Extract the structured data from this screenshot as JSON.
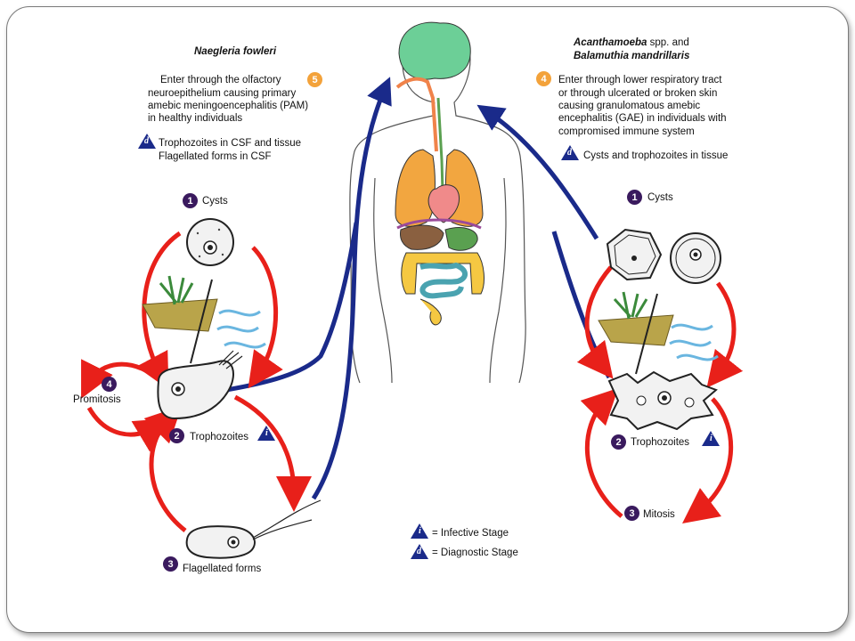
{
  "left_organism": {
    "title": "Naegleria fowleri"
  },
  "left_entry": {
    "number": "5",
    "lines": [
      "Enter through the olfactory",
      "neuroepithelium causing primary",
      "amebic meningoencephalitis (PAM)",
      "in healthy individuals"
    ]
  },
  "left_diagnostic": {
    "symbol": "d",
    "lines": [
      "Trophozoites in CSF and tissue",
      "Flagellated forms in CSF"
    ]
  },
  "left_cycle": {
    "cysts": {
      "number": "1",
      "label": "Cysts"
    },
    "promitosis": {
      "number": "4",
      "label": "Promitosis"
    },
    "trophozoites": {
      "number": "2",
      "label": "Trophozoites",
      "symbol": "i"
    },
    "flagellated": {
      "number": "3",
      "label": "Flagellated forms"
    }
  },
  "right_organism": {
    "title_italic_1": "Acanthamoeba",
    "title_rest_1": " spp. and",
    "title_2": "Balamuthia mandrillaris"
  },
  "right_entry": {
    "number": "4",
    "lines": [
      "Enter through lower respiratory tract",
      "or through ulcerated or broken skin",
      "causing granulomatous amebic",
      "encephalitis (GAE) in individuals with",
      "compromised immune system"
    ]
  },
  "right_diagnostic": {
    "symbol": "d",
    "text": "Cysts and trophozoites in tissue"
  },
  "right_cycle": {
    "cysts": {
      "number": "1",
      "label": "Cysts"
    },
    "trophozoites": {
      "number": "2",
      "label": "Trophozoites",
      "symbol": "i"
    },
    "mitosis": {
      "number": "3",
      "label": "Mitosis"
    }
  },
  "legend": [
    {
      "symbol": "i",
      "text": "= Infective Stage"
    },
    {
      "symbol": "d",
      "text": "= Diagnostic Stage"
    }
  ],
  "colors": {
    "red_arrow": "#e8201a",
    "blue_arrow": "#1a2a8a",
    "badge_purple": "#3a1a5e",
    "badge_orange": "#f3a23a",
    "brain": "#6ccf97",
    "lungs": "#f2a640",
    "heart": "#f08a8a",
    "liver": "#8a6040",
    "intestine_large": "#f5c842",
    "intestine_small": "#4aa3b0"
  }
}
